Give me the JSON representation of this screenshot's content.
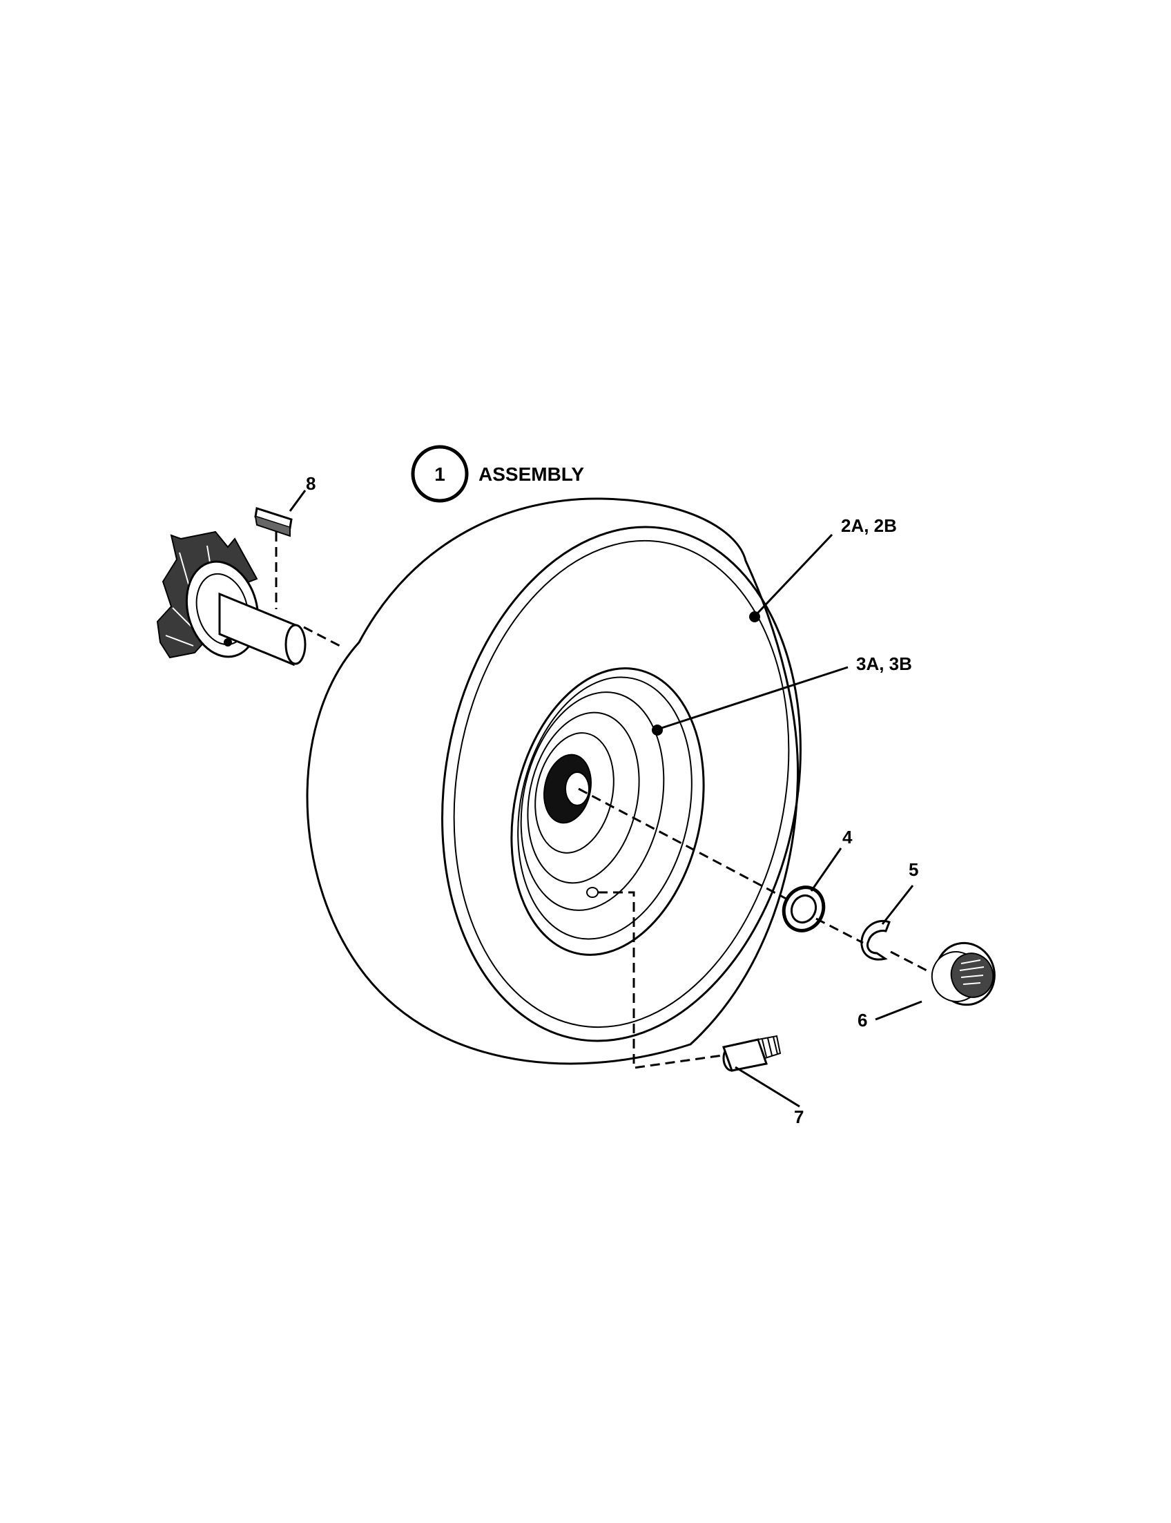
{
  "assembly": {
    "number": "1",
    "label": "ASSEMBLY"
  },
  "callouts": {
    "tire": "2A, 2B",
    "rim": "3A, 3B",
    "washer": "4",
    "clip": "5",
    "bearing": "6",
    "valve": "7",
    "key": "8"
  }
}
